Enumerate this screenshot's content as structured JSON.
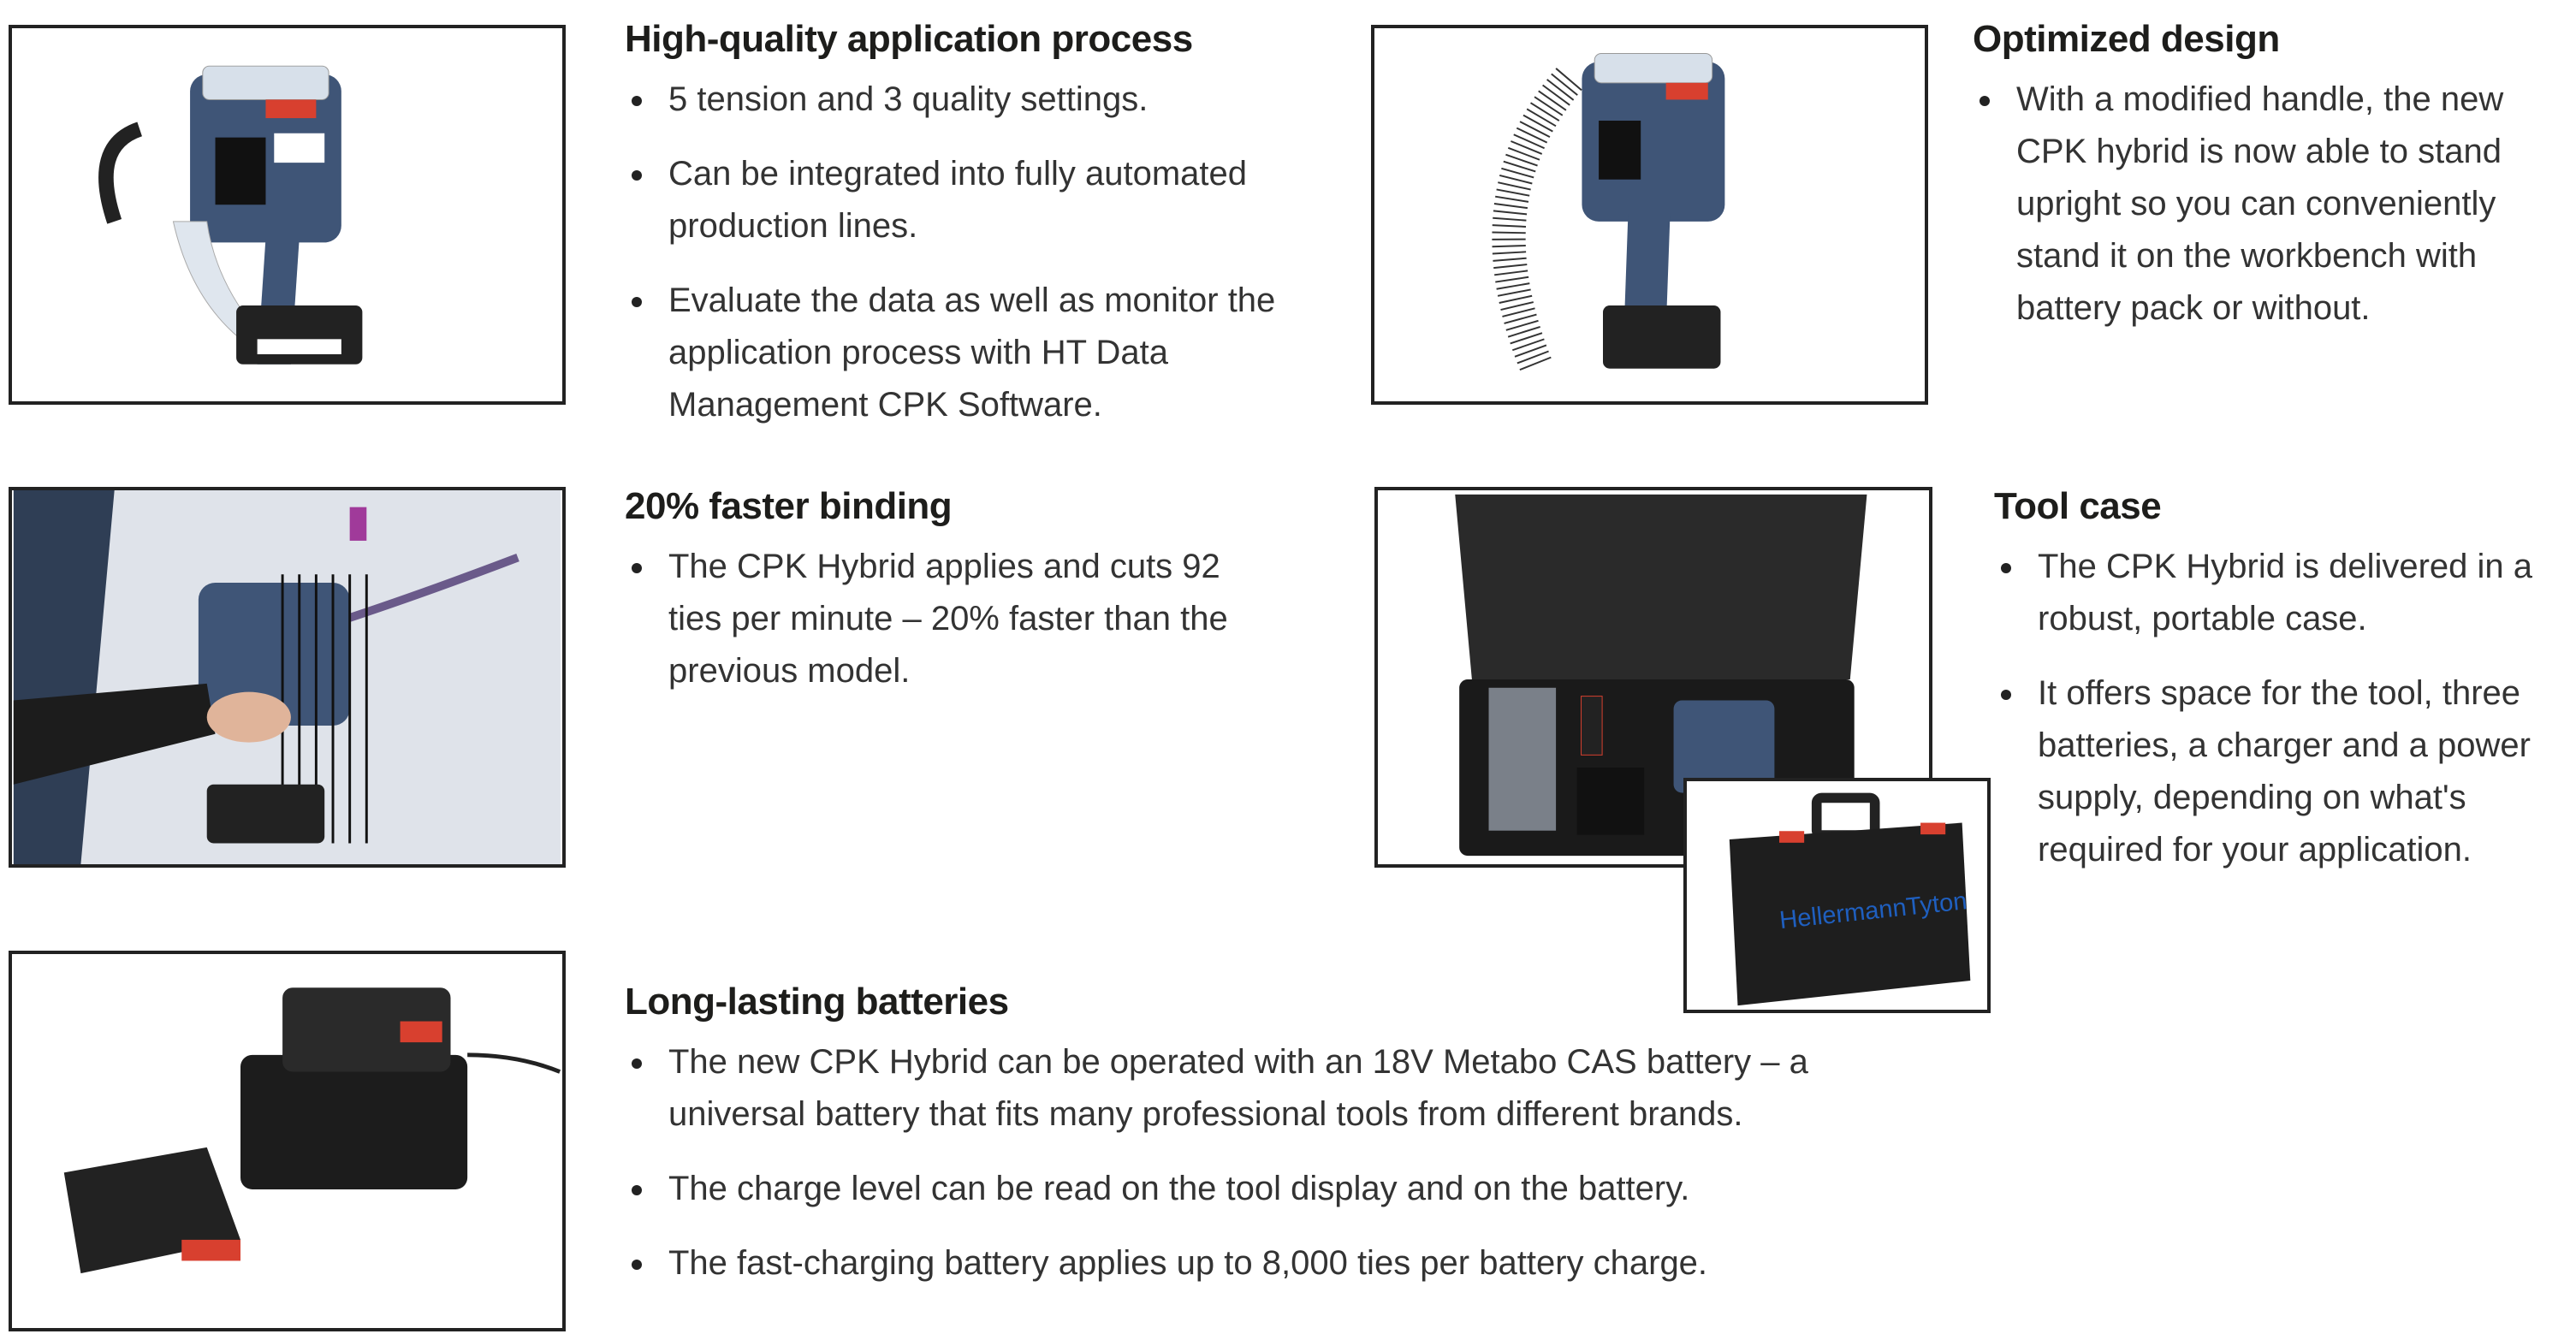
{
  "sections": [
    {
      "heading": "High-quality application process",
      "bullets": [
        "5 tension and 3 quality settings.",
        "Can be integrated into fully automated production lines.",
        "Evaluate the data as well as monitor the application process with HT Data Management CPK Software."
      ]
    },
    {
      "heading": "Optimized design",
      "bullets": [
        "With a modified handle, the new CPK hybrid is now able to stand upright so you can conveniently stand it on the workbench with battery pack or without."
      ]
    },
    {
      "heading": "20% faster binding",
      "bullets": [
        "The CPK Hybrid applies and cuts 92 ties per minute – 20% faster than the previous model."
      ]
    },
    {
      "heading": "Tool case",
      "bullets": [
        "The CPK Hybrid is delivered in a robust, portable case.",
        "It offers space for the tool, three batteries, a charger and a power supply, depending on what's required for your application."
      ]
    },
    {
      "heading": "Long-lasting batteries",
      "bullets": [
        "The new CPK Hybrid can be operated with an 18V Metabo CAS battery – a universal battery that fits many professional tools from different brands.",
        "The charge level can be read on the tool display and on the battery.",
        "The fast-charging battery applies up to 8,000 ties per battery charge."
      ]
    }
  ],
  "brand_logo": "HellermannTyton",
  "colors": {
    "tool_blue": "#3f5577",
    "accent_red": "#d8402f",
    "brand_blue": "#1f5fbf"
  }
}
